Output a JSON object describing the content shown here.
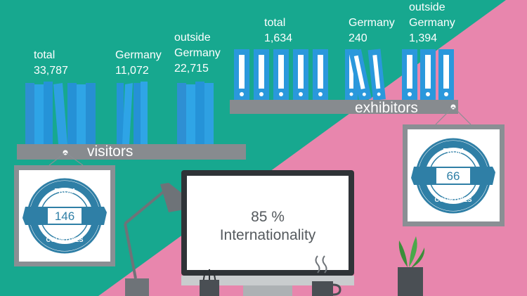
{
  "visitors": {
    "shelf_label": "visitors",
    "total_label": "total",
    "total_value": "33,787",
    "germany_label": "Germany",
    "germany_value": "11,072",
    "outside_label_line1": "outside",
    "outside_label_line2": "Germany",
    "outside_value": "22,715",
    "stamp": {
      "top": "FROM",
      "number": "146",
      "bottom": "COUNTRIES"
    }
  },
  "exhibitors": {
    "shelf_label": "exhibitors",
    "total_label": "total",
    "total_value": "1,634",
    "germany_label": "Germany",
    "germany_value": "240",
    "outside_label_line1": "outside",
    "outside_label_line2": "Germany",
    "outside_value": "1,394",
    "stamp": {
      "top": "FROM",
      "number": "66",
      "bottom": "COUNTRIES"
    }
  },
  "monitor": {
    "percentage": "85 %",
    "caption": "Internationality"
  },
  "colors": {
    "teal": "#17a88f",
    "pink": "#e886ad",
    "shelf": "#878b8f",
    "book_blue": "#2b9fe0",
    "binder_blue": "#2a98dc",
    "stamp_blue": "#2f7fa6",
    "frame": "#8a8f94",
    "monitor_dark": "#2f3337"
  }
}
